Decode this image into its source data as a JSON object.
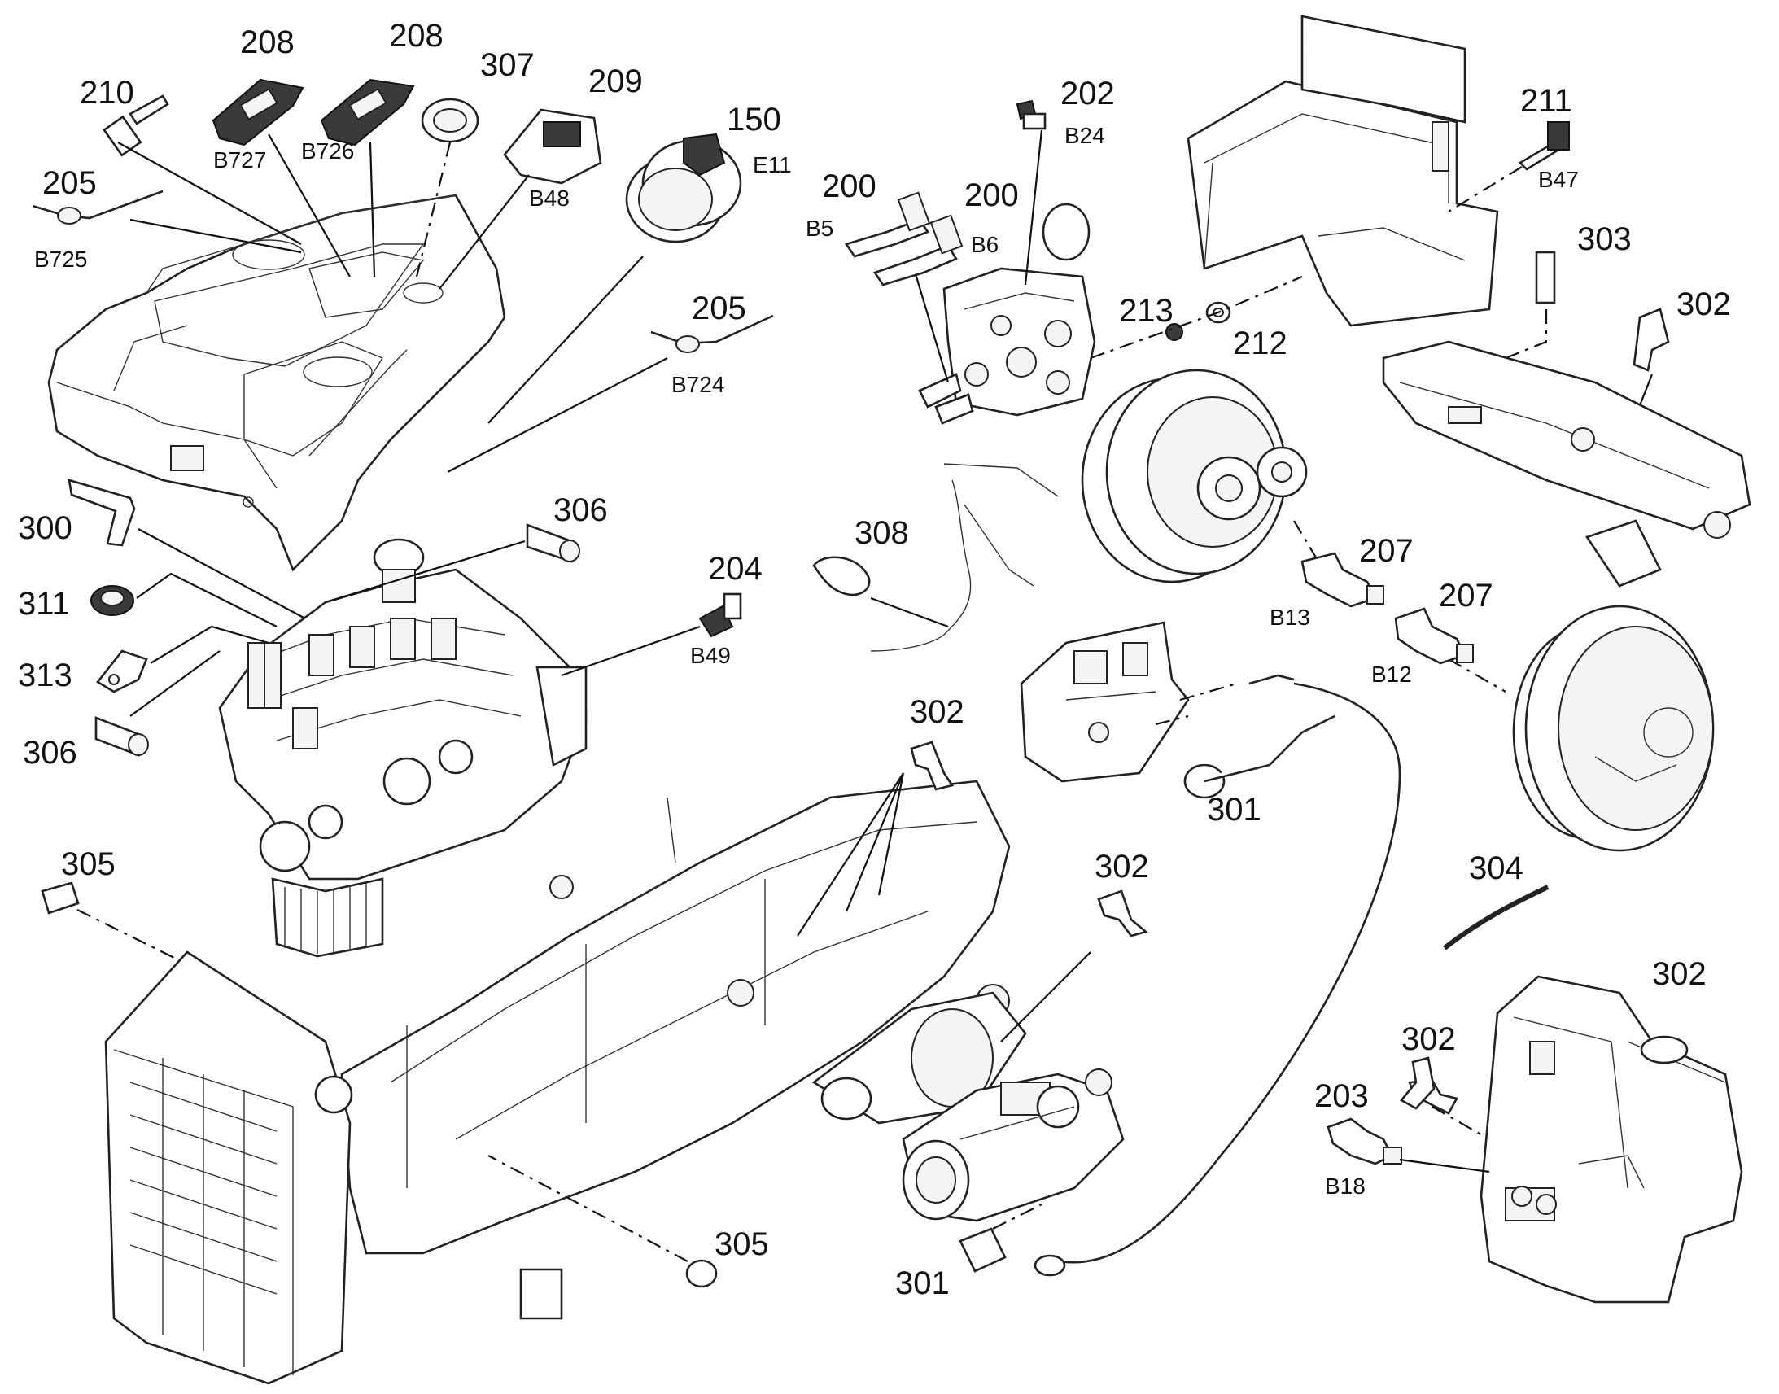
{
  "callouts": [
    {
      "num": "210",
      "ref": ""
    },
    {
      "num": "208",
      "ref": "B727"
    },
    {
      "num": "208",
      "ref": "B726"
    },
    {
      "num": "307",
      "ref": ""
    },
    {
      "num": "209",
      "ref": "B48"
    },
    {
      "num": "150",
      "ref": "E11"
    },
    {
      "num": "205",
      "ref": "B725"
    },
    {
      "num": "205",
      "ref": "B724"
    },
    {
      "num": "200",
      "ref": "B5"
    },
    {
      "num": "200",
      "ref": "B6"
    },
    {
      "num": "202",
      "ref": "B24"
    },
    {
      "num": "211",
      "ref": "B47"
    },
    {
      "num": "213",
      "ref": ""
    },
    {
      "num": "212",
      "ref": ""
    },
    {
      "num": "303",
      "ref": ""
    },
    {
      "num": "302",
      "ref": ""
    },
    {
      "num": "300",
      "ref": ""
    },
    {
      "num": "306",
      "ref": ""
    },
    {
      "num": "311",
      "ref": ""
    },
    {
      "num": "313",
      "ref": ""
    },
    {
      "num": "306",
      "ref": ""
    },
    {
      "num": "204",
      "ref": "B49"
    },
    {
      "num": "308",
      "ref": ""
    },
    {
      "num": "207",
      "ref": "B13"
    },
    {
      "num": "207",
      "ref": "B12"
    },
    {
      "num": "302",
      "ref": ""
    },
    {
      "num": "301",
      "ref": ""
    },
    {
      "num": "305",
      "ref": ""
    },
    {
      "num": "302",
      "ref": ""
    },
    {
      "num": "304",
      "ref": ""
    },
    {
      "num": "302",
      "ref": ""
    },
    {
      "num": "302",
      "ref": ""
    },
    {
      "num": "203",
      "ref": "B18"
    },
    {
      "num": "305",
      "ref": ""
    },
    {
      "num": "301",
      "ref": ""
    }
  ]
}
